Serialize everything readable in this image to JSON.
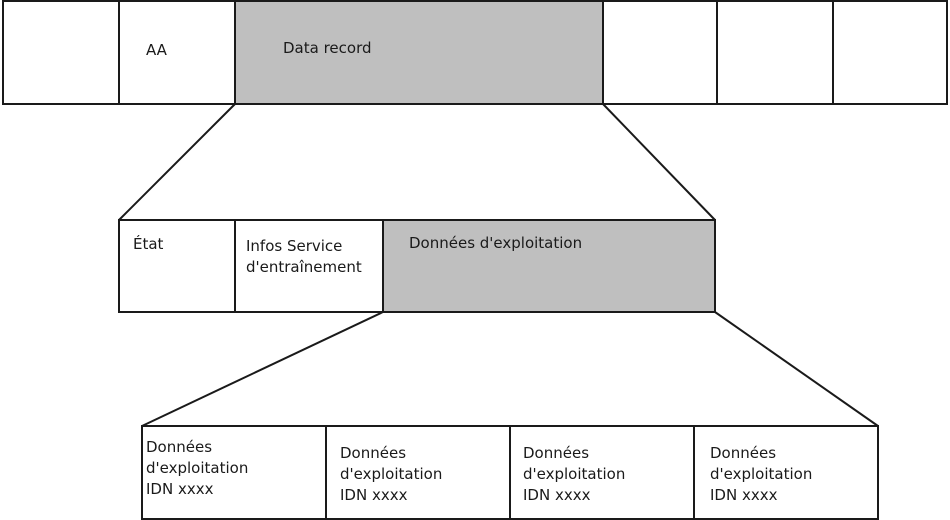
{
  "colors": {
    "stroke": "#1a1a1a",
    "shaded": "#bfbfbf",
    "background": "#ffffff"
  },
  "level1": {
    "aa": "AA",
    "data_record": "Data record"
  },
  "level2": {
    "etat": "État",
    "infos_line1": "Infos Service",
    "infos_line2": "d'entraînement",
    "operating_data": "Données d'exploitation"
  },
  "level3": {
    "items": [
      {
        "line1": "Données",
        "line2": "d'exploitation",
        "line3": "IDN xxxx"
      },
      {
        "line1": "Données",
        "line2": "d'exploitation",
        "line3": "IDN xxxx"
      },
      {
        "line1": "Données",
        "line2": "d'exploitation",
        "line3": "IDN xxxx"
      },
      {
        "line1": "Données",
        "line2": "d'exploitation",
        "line3": "IDN xxxx"
      }
    ]
  }
}
